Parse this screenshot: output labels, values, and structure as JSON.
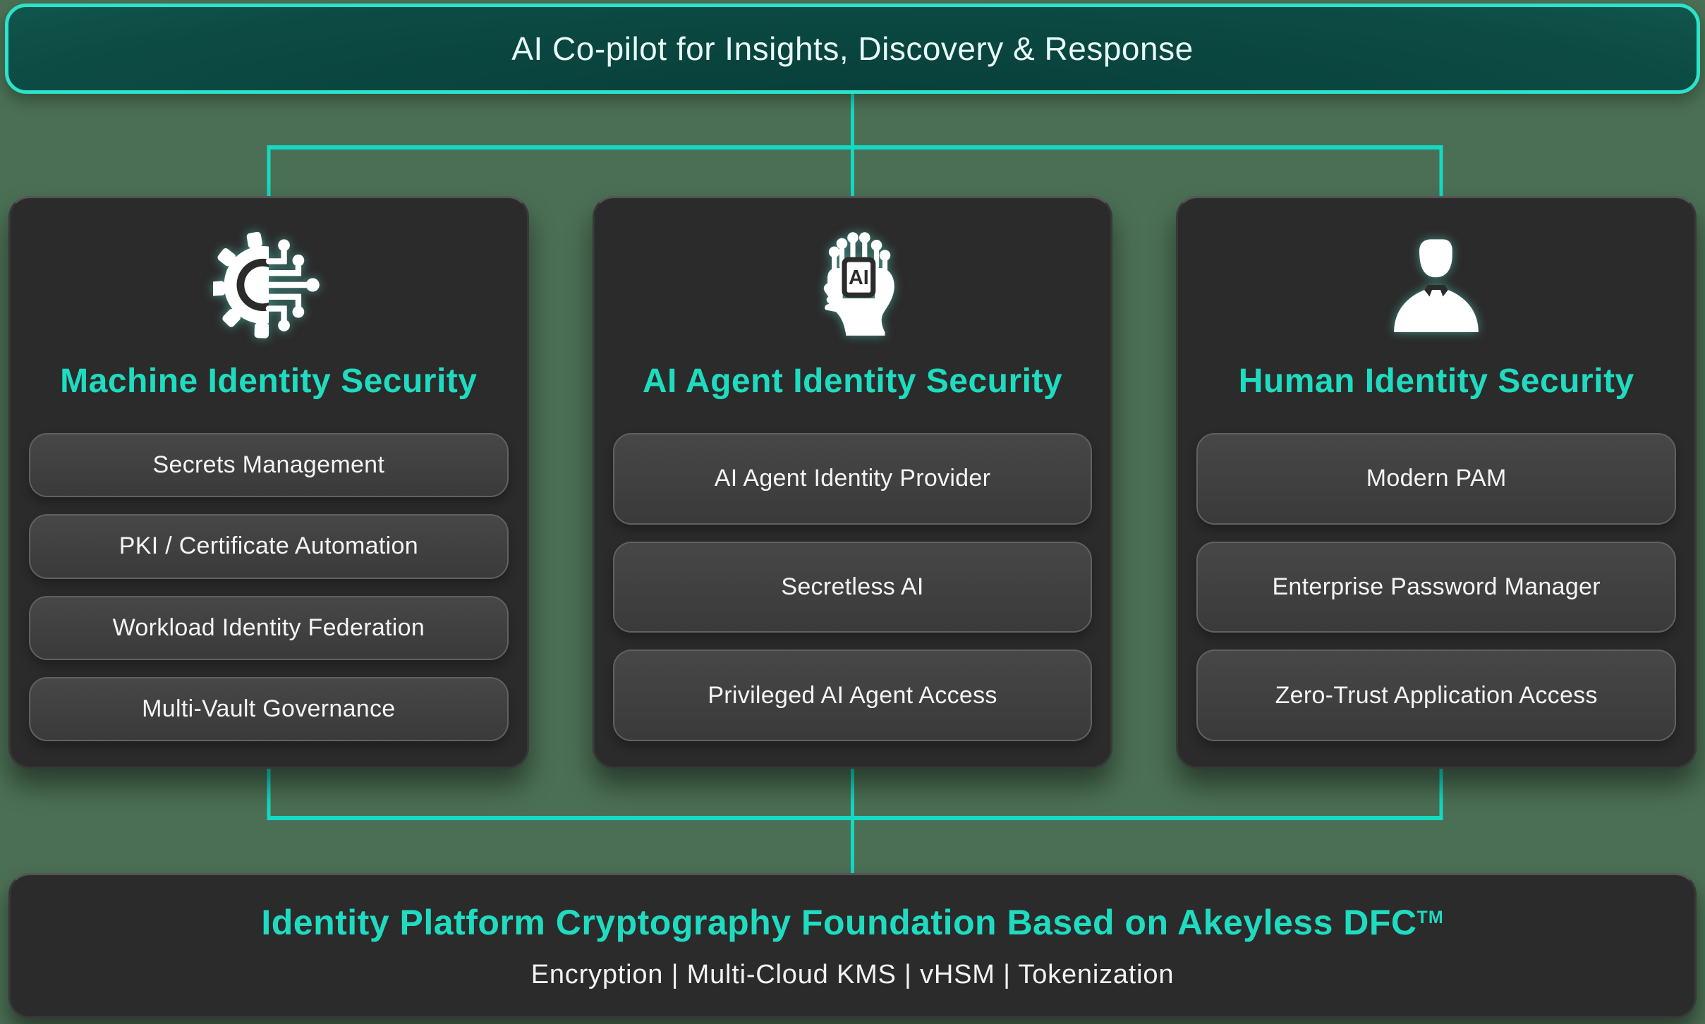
{
  "banner": {
    "title": "AI Co-pilot for Insights, Discovery & Response"
  },
  "columns": [
    {
      "title": "Machine Identity Security",
      "icon": "machine-identity-icon",
      "items": [
        "Secrets Management",
        "PKI / Certificate Automation",
        "Workload Identity Federation",
        "Multi-Vault Governance"
      ]
    },
    {
      "title": "AI Agent Identity Security",
      "icon": "ai-agent-identity-icon",
      "items": [
        "AI Agent Identity Provider",
        "Secretless AI",
        "Privileged AI Agent Access"
      ]
    },
    {
      "title": "Human Identity Security",
      "icon": "human-identity-icon",
      "items": [
        "Modern PAM",
        "Enterprise Password Manager",
        "Zero-Trust Application Access"
      ]
    }
  ],
  "foundation": {
    "title": "Identity Platform Cryptography Foundation Based on Akeyless DFC",
    "trademark": "TM",
    "subtitle": "Encryption | Multi-Cloud KMS | vHSM | Tokenization"
  },
  "colors": {
    "accent_teal": "#1FDCC1",
    "banner_border": "#2BE3CA",
    "connector_line": "#13DAC4",
    "page_background": "#4B6F54",
    "card_background": "#2B2B2B",
    "item_background": "#3F3F3F",
    "item_border": "#616161",
    "light_text": "#F4F4F4",
    "banner_text": "#E9FBF7"
  }
}
